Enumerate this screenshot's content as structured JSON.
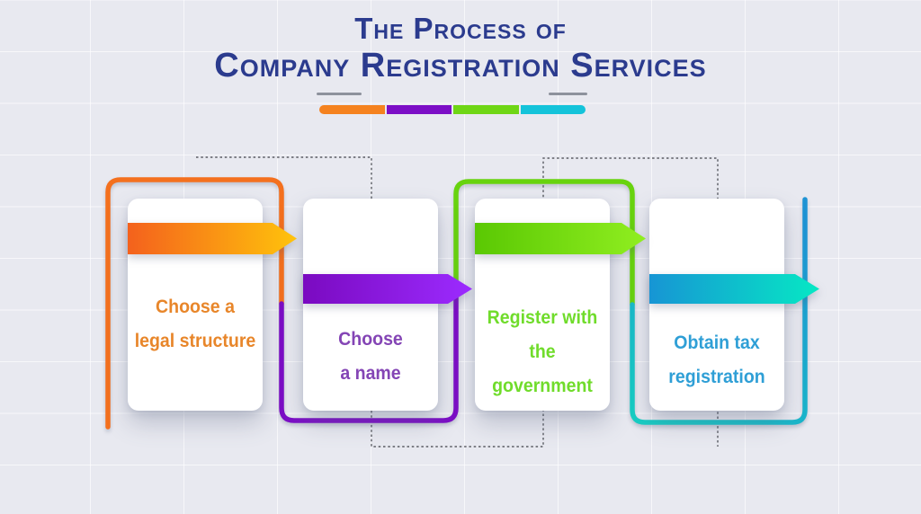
{
  "background": {
    "color": "#e8e9f0",
    "grid": "on"
  },
  "title": {
    "line1": "The Process of",
    "line2": "Company Registration Services",
    "color": "#2b3b8e"
  },
  "divider_colors": [
    "#f5821f",
    "#7c0ec6",
    "#6fd615",
    "#14c3da"
  ],
  "connector": {
    "style": "dashed",
    "color": "#5a5c63"
  },
  "steps": [
    {
      "line1": "Choose a",
      "line2": "legal structure",
      "text_color": "#e8862a",
      "arrow_gradient": [
        "#f4611d",
        "#ffc30b"
      ],
      "outline_color": "#f4701e"
    },
    {
      "line1": "Choose",
      "line2": "a name",
      "text_color": "#8445b5",
      "arrow_gradient": [
        "#7a0ac0",
        "#9c2bff"
      ],
      "outline_color": "#7c0ec6"
    },
    {
      "line1": "Register with",
      "line2": "the government",
      "text_color": "#70dc2b",
      "arrow_gradient": [
        "#5ac803",
        "#90ee20"
      ],
      "outline_color": "#68d30e"
    },
    {
      "line1": "Obtain tax",
      "line2": "registration",
      "text_color": "#2f9fd6",
      "arrow_gradient": [
        "#1795d4",
        "#06e8c4"
      ],
      "outline_gradient": [
        "#17cfc3",
        "#1e93d4"
      ]
    }
  ]
}
